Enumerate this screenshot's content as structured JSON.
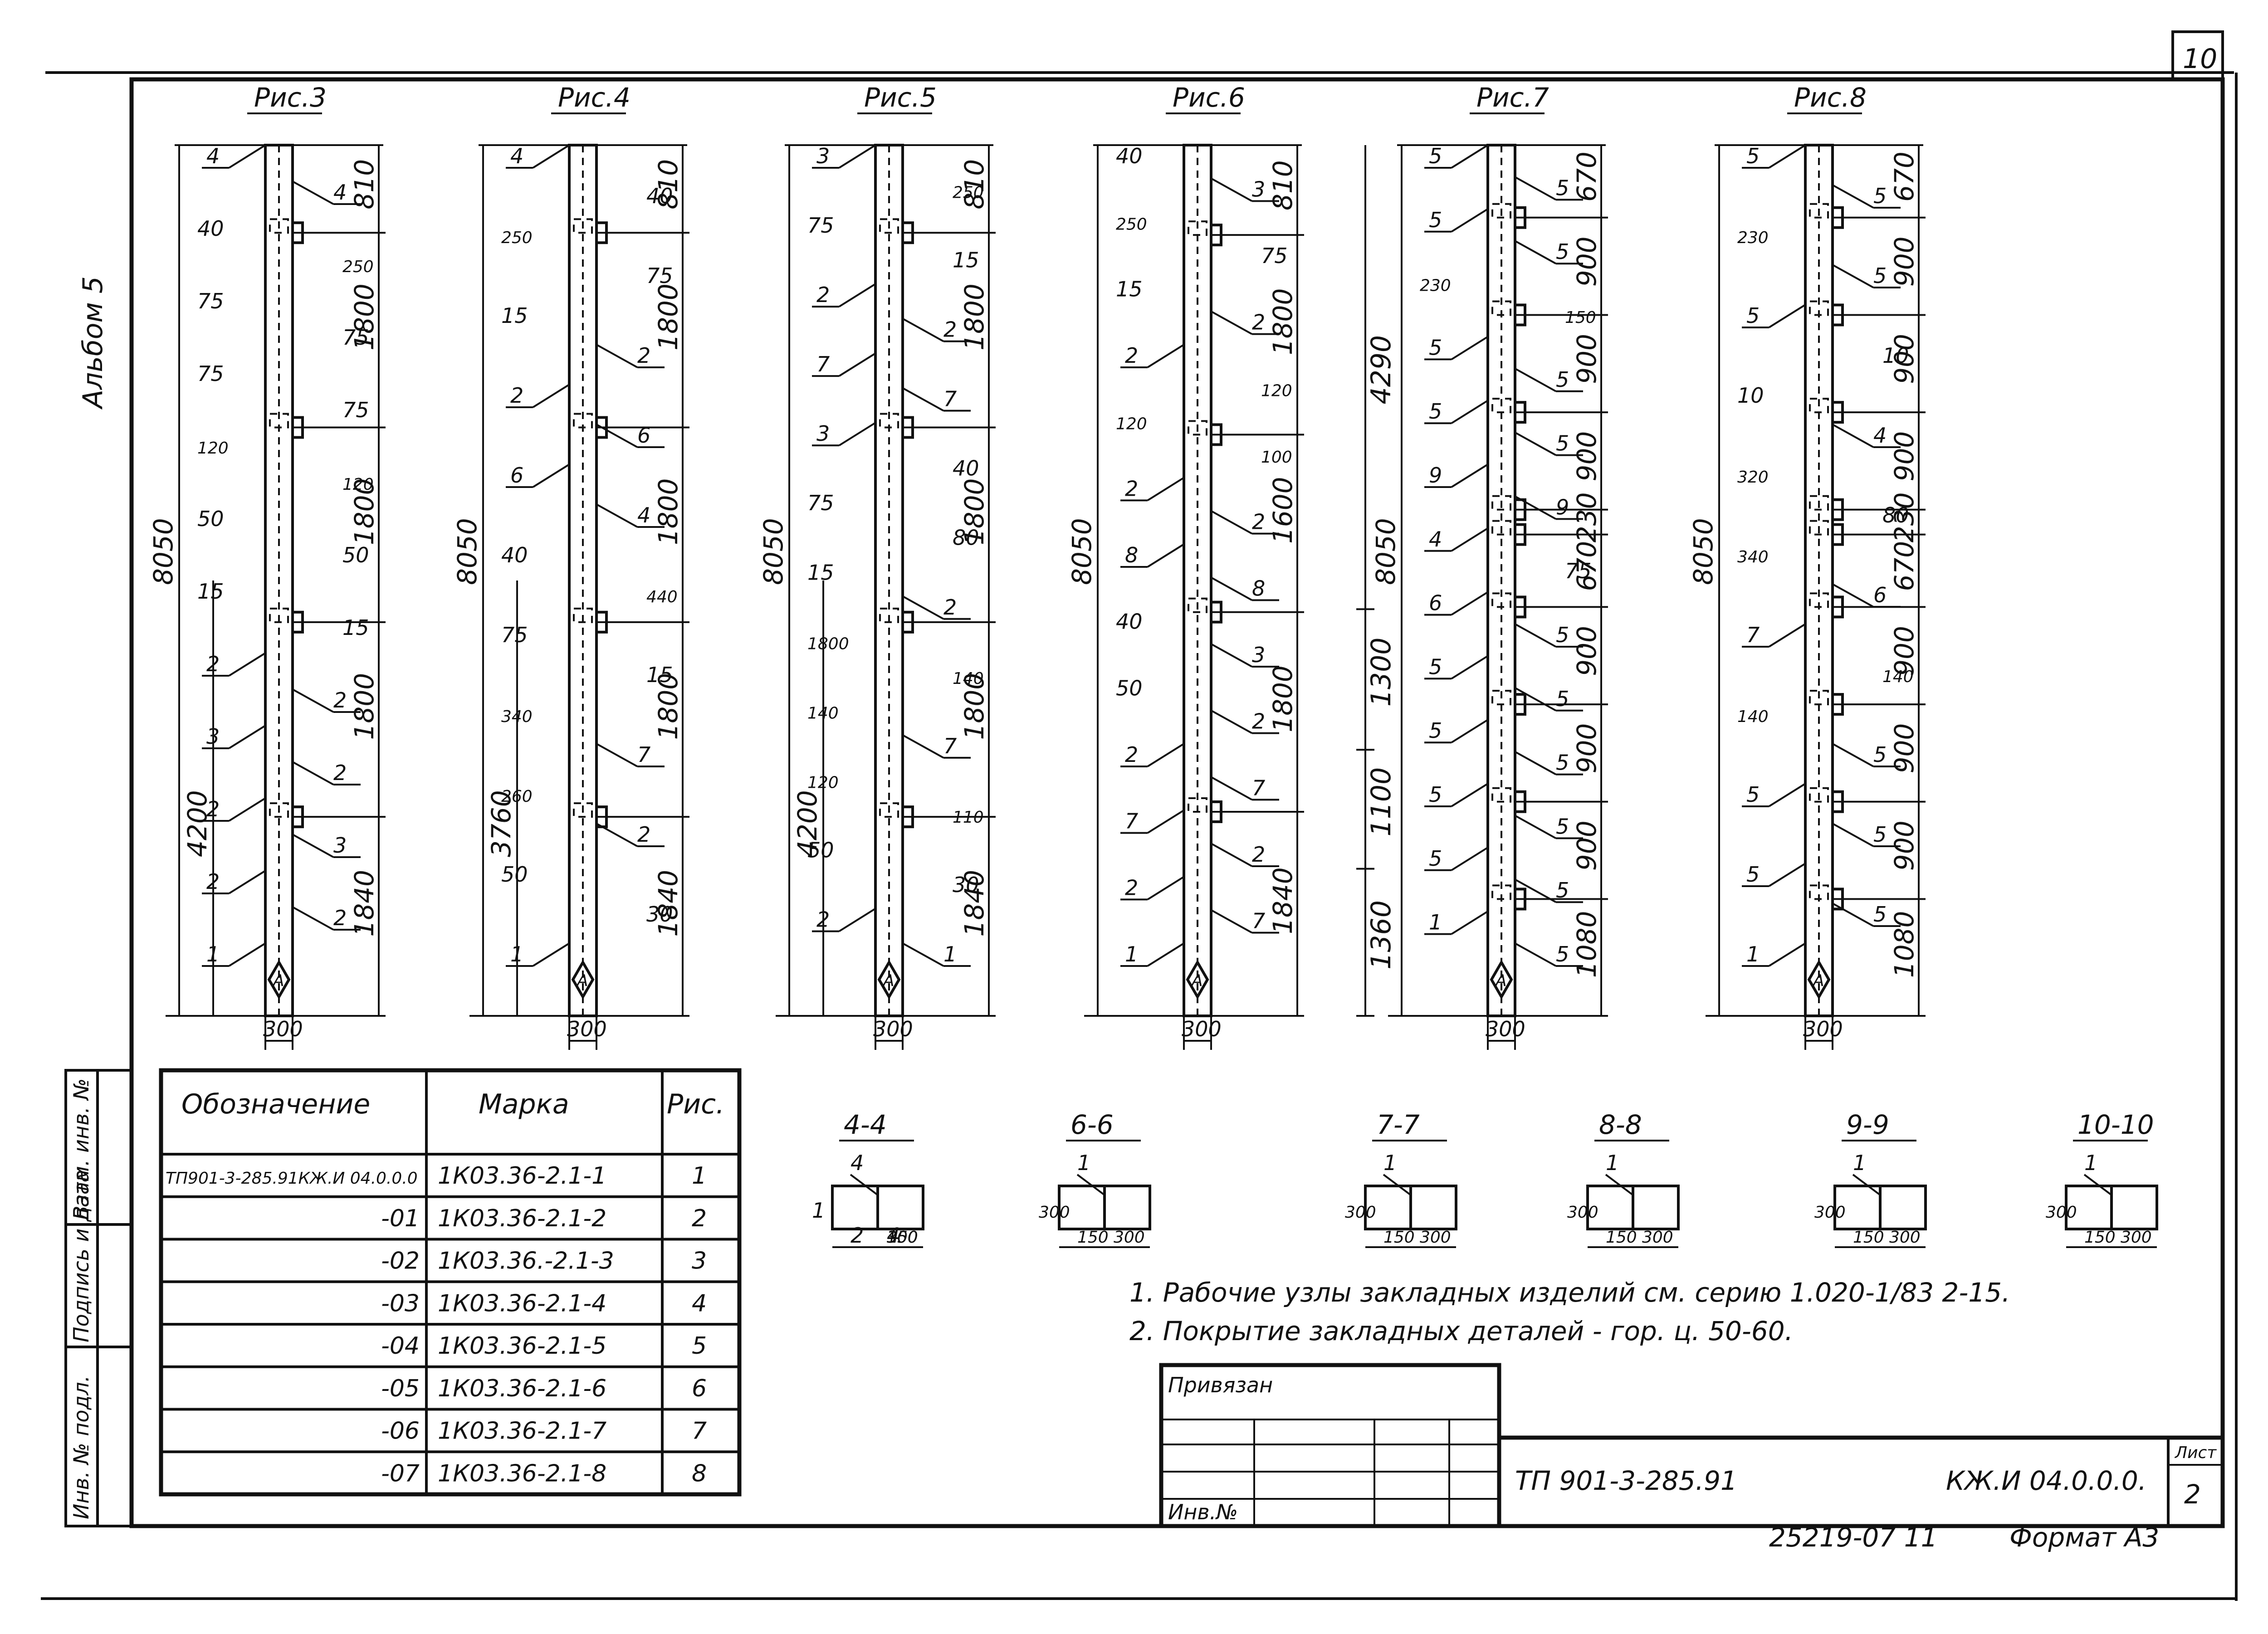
{
  "sheet_number_top": "10",
  "album_label": "Альбом 5",
  "figures": [
    {
      "title": "Рис.3",
      "total_height": "8050",
      "segments": [
        "810",
        "1800",
        "1800",
        "1800",
        "1840"
      ],
      "lower_height": "4200",
      "width": "300",
      "labels": [
        "4",
        "4",
        "40",
        "250",
        "75",
        "75",
        "75",
        "75",
        "120",
        "120",
        "50",
        "50",
        "15",
        "15",
        "2",
        "2",
        "3",
        "2",
        "2",
        "3",
        "2",
        "2",
        "1"
      ]
    },
    {
      "title": "Рис.4",
      "total_height": "8050",
      "segments": [
        "810",
        "1800",
        "1800",
        "1800",
        "1840"
      ],
      "lower_height": "3760",
      "width": "300",
      "labels": [
        "4",
        "40",
        "250",
        "75",
        "15",
        "2",
        "2",
        "6",
        "6",
        "4",
        "40",
        "440",
        "75",
        "15",
        "340",
        "7",
        "260",
        "2",
        "50",
        "30",
        "1"
      ]
    },
    {
      "title": "Рис.5",
      "total_height": "8050",
      "segments": [
        "810",
        "1800",
        "1800",
        "1800",
        "1840"
      ],
      "lower_height": "4200",
      "width": "300",
      "labels": [
        "3",
        "250",
        "75",
        "15",
        "2",
        "2",
        "7",
        "7",
        "3",
        "40",
        "75",
        "80",
        "15",
        "2",
        "1800",
        "140",
        "140",
        "7",
        "120",
        "110",
        "50",
        "30",
        "2",
        "1"
      ]
    },
    {
      "title": "Рис.6",
      "total_height": "8050",
      "segments": [
        "810",
        "1800",
        "1600",
        "1800",
        "1840"
      ],
      "right_segments": [
        "4290",
        "1300",
        "1100",
        "1360"
      ],
      "width": "300",
      "labels": [
        "40",
        "3",
        "250",
        "75",
        "15",
        "2",
        "2",
        "120",
        "120",
        "100",
        "2",
        "2",
        "8",
        "8",
        "40",
        "3",
        "50",
        "2",
        "2",
        "7",
        "7",
        "2",
        "2",
        "7",
        "1"
      ]
    },
    {
      "title": "Рис.7",
      "total_height": "8050",
      "segments": [
        "670",
        "900",
        "900",
        "900",
        "230",
        "670",
        "900",
        "900",
        "900",
        "1080"
      ],
      "width": "300",
      "labels": [
        "5",
        "5",
        "5",
        "5",
        "230",
        "150",
        "5",
        "5",
        "5",
        "5",
        "9",
        "9",
        "4",
        "75",
        "6",
        "5",
        "5",
        "5",
        "5",
        "5",
        "5",
        "5",
        "5",
        "5",
        "1",
        "5"
      ]
    },
    {
      "title": "Рис.8",
      "total_height": "8050",
      "segments": [
        "670",
        "900",
        "900",
        "900",
        "230",
        "670",
        "900",
        "900",
        "900",
        "1080"
      ],
      "width": "300",
      "labels": [
        "5",
        "5",
        "230",
        "5",
        "5",
        "10",
        "10",
        "4",
        "320",
        "80",
        "340",
        "6",
        "7",
        "140",
        "140",
        "5",
        "5",
        "5",
        "5",
        "5",
        "1"
      ]
    }
  ],
  "sections": [
    {
      "title": "4-4",
      "labels": [
        "4",
        "1",
        "2",
        "300",
        "300",
        "150",
        "4"
      ]
    },
    {
      "title": "6-6",
      "labels": [
        "1",
        "300",
        "150",
        "300"
      ]
    },
    {
      "title": "7-7",
      "labels": [
        "1",
        "300",
        "150",
        "300"
      ]
    },
    {
      "title": "8-8",
      "labels": [
        "1",
        "300",
        "150",
        "300"
      ]
    },
    {
      "title": "9-9",
      "labels": [
        "1",
        "300",
        "150",
        "300"
      ]
    },
    {
      "title": "10-10",
      "labels": [
        "1",
        "300",
        "150",
        "300"
      ]
    }
  ],
  "spec_table": {
    "headers": [
      "Обозначение",
      "Марка",
      "Рис."
    ],
    "rows": [
      {
        "designation": "ТП901-3-285.91КЖ.И 04.0.0.0",
        "mark": "1К03.36-2.1-1",
        "fig": "1"
      },
      {
        "designation": "-01",
        "mark": "1К03.36-2.1-2",
        "fig": "2"
      },
      {
        "designation": "-02",
        "mark": "1К03.36.-2.1-3",
        "fig": "3"
      },
      {
        "designation": "-03",
        "mark": "1К03.36-2.1-4",
        "fig": "4"
      },
      {
        "designation": "-04",
        "mark": "1К03.36-2.1-5",
        "fig": "5"
      },
      {
        "designation": "-05",
        "mark": "1К03.36-2.1-6",
        "fig": "6"
      },
      {
        "designation": "-06",
        "mark": "1К03.36-2.1-7",
        "fig": "7"
      },
      {
        "designation": "-07",
        "mark": "1К03.36-2.1-8",
        "fig": "8"
      }
    ]
  },
  "notes": [
    "1. Рабочие узлы закладных изделий см. серию 1.020-1/83 2-15.",
    "2. Покрытие закладных деталей - гор. ц. 50-60."
  ],
  "left_strip": [
    "Инв. № подл.",
    "Подпись и дата",
    "Взам. инв. №"
  ],
  "title_block": {
    "bound_label": "Привязан",
    "inv_label": "Инв.№",
    "project_code": "ТП 901-3-285.91",
    "doc_code": "КЖ.И 04.0.0.0.",
    "sheet_label": "Лист",
    "sheet_number": "2"
  },
  "footer": {
    "code": "25219-07  11",
    "format": "Формат А3"
  },
  "marker_letter": "А"
}
